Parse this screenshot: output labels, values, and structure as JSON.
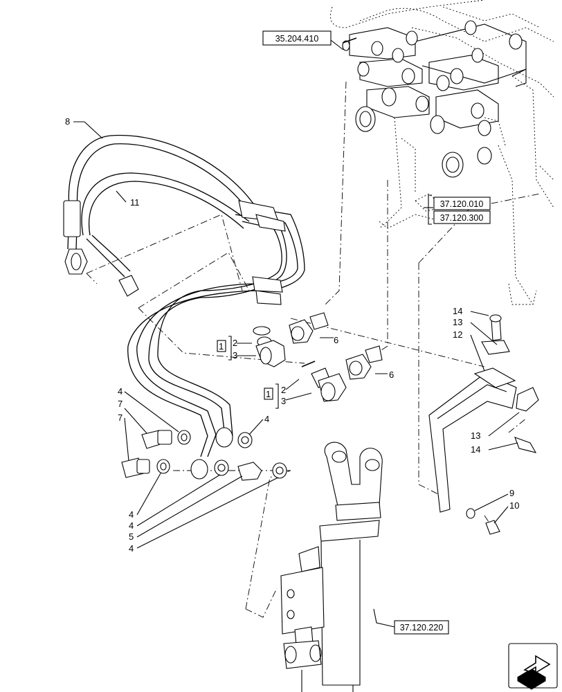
{
  "references": {
    "r1": "35.204.410",
    "r2": "37.120.010",
    "r3": "37.120.300",
    "r4": "37.120.220"
  },
  "callouts": {
    "c8": "8",
    "c11": "11",
    "c1a": "1",
    "c2a": "2",
    "c3a": "3",
    "c6a": "6",
    "c1b": "1",
    "c2b": "2",
    "c3b": "3",
    "c6b": "6",
    "c4a": "4",
    "c7a": "7",
    "c7b": "7",
    "c4b": "4",
    "c4c": "4",
    "c4d": "4",
    "c5": "5",
    "c4e": "4",
    "c14a": "14",
    "c13a": "13",
    "c12": "12",
    "c13b": "13",
    "c14b": "14",
    "c9": "9",
    "c10": "10"
  },
  "icons": {
    "nav": "next-page-arrow-icon"
  }
}
